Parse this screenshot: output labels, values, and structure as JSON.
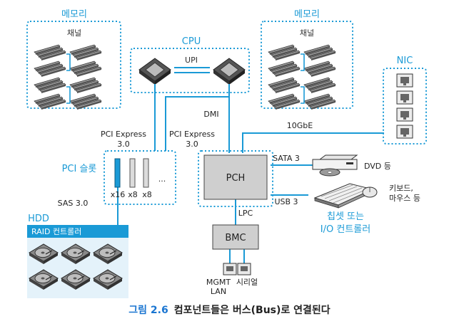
{
  "memory_left": {
    "title": "메모리",
    "channel": "채널"
  },
  "memory_right": {
    "title": "메모리",
    "channel": "채널"
  },
  "cpu": {
    "title": "CPU",
    "link": "UPI"
  },
  "nic": {
    "title": "NIC"
  },
  "links": {
    "pcie_left": [
      "PCI Express",
      "3.0"
    ],
    "pcie_right": [
      "PCI Express",
      "3.0"
    ],
    "dmi": "DMI",
    "tengbe": "10GbE",
    "sata": "SATA 3",
    "usb": "USB 3",
    "sas": "SAS 3.0",
    "lpc": "LPC"
  },
  "pci_slot": {
    "title": "PCI 슬롯",
    "widths": [
      "x16",
      "x8",
      "x8"
    ],
    "more": "..."
  },
  "pch": {
    "label": "PCH"
  },
  "bmc": {
    "label": "BMC"
  },
  "hdd": {
    "title": "HDD",
    "raid": "RAID 컨트롤러"
  },
  "devices": {
    "dvd": "DVD 등",
    "keyboard": [
      "키보드,",
      "마우스 등"
    ],
    "chipset": [
      "칩셋 또는",
      "I/O 컨트롤러"
    ],
    "mgmt": [
      "MGMT",
      "LAN"
    ],
    "serial": "시리얼"
  },
  "caption": {
    "number": "그림 2.6",
    "text": "컴포넌트들은 버스(Bus)로 연결된다"
  },
  "colors": {
    "accent": "#1a9ad6",
    "box": "#cfcfcf",
    "dark": "#333333"
  }
}
